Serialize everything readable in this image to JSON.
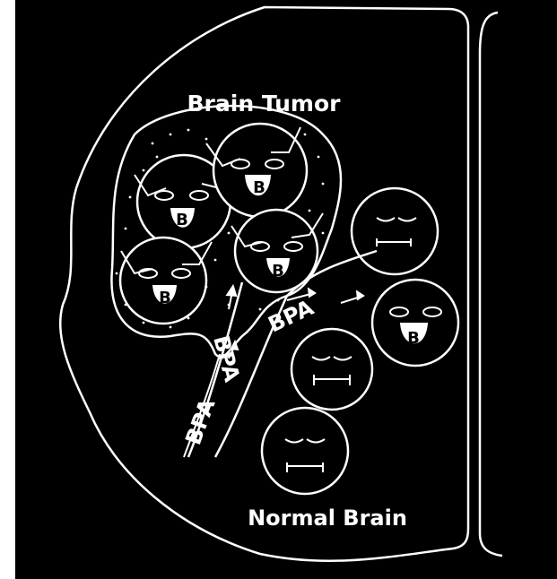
{
  "colors": {
    "background": "#000000",
    "line": "#ffffff",
    "frame": "#ffffff"
  },
  "labels": {
    "tumor": "Brain Tumor",
    "normal": "Normal Brain",
    "bpa": "BPA",
    "boron": "B"
  }
}
